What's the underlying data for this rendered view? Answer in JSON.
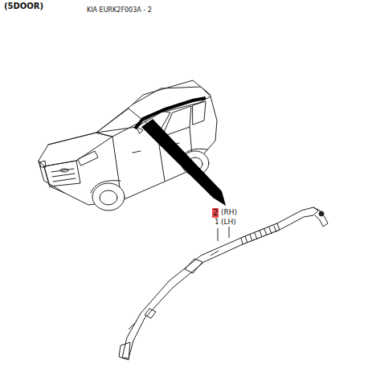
{
  "diagram": {
    "labels": [
      "(5DOOR)",
      "KIA EURK2F003A - 2",
      "2",
      "(RH)",
      "1",
      "(LH)"
    ]
  }
}
